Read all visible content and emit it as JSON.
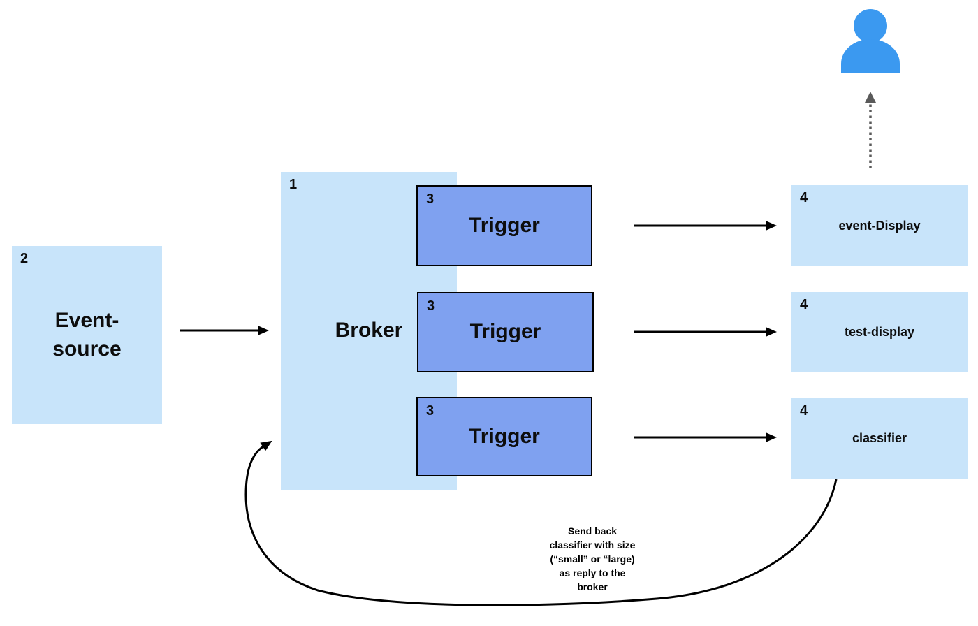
{
  "colors": {
    "node_light_blue": "#C8E4FA",
    "trigger_blue": "#7FA1F0",
    "user_icon_blue": "#3B99F0",
    "arrow_black": "#000000",
    "dotted_arrow_gray": "#5A5A5A"
  },
  "nodes": {
    "event_source": {
      "number": "2",
      "label": "Event-\nsource"
    },
    "broker": {
      "number": "1",
      "label": "Broker"
    },
    "triggers": [
      {
        "number": "3",
        "label": "Trigger"
      },
      {
        "number": "3",
        "label": "Trigger"
      },
      {
        "number": "3",
        "label": "Trigger"
      }
    ],
    "outputs": [
      {
        "number": "4",
        "label": "event-Display"
      },
      {
        "number": "4",
        "label": "test-display"
      },
      {
        "number": "4",
        "label": "classifier"
      }
    ]
  },
  "icons": {
    "user": "person-silhouette"
  },
  "annotations": {
    "return_label": "Send back\nclassifier with size\n(“small” or “large)\nas reply to the\nbroker"
  }
}
